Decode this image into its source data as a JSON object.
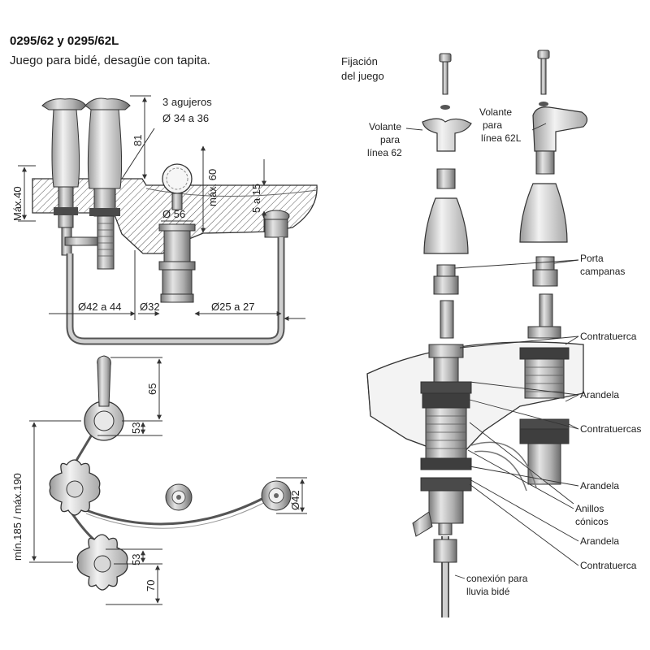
{
  "header": {
    "model_code": "0295/62 y 0295/62L",
    "description": "Juego para bidé, desagüe con tapita."
  },
  "left_section": {
    "dims": {
      "holes_line1": "3 agujeros",
      "holes_line2": "Ø 34 a 36",
      "d81": "81",
      "max40": "Máx.40",
      "max60": "máx. 60",
      "r5a15": "5 a 15",
      "d56": "Ø 56",
      "d42a44": "Ø42 a 44",
      "d32": "Ø32",
      "d25a27": "Ø25 a 27"
    }
  },
  "plan_view": {
    "dims": {
      "d65": "65",
      "d53_top": "53",
      "min_max": "mín.185 / máx.190",
      "d42": "Ø42",
      "d53_bot": "53",
      "d70": "70"
    }
  },
  "right_section": {
    "title_line1": "Fijación",
    "title_line2": "del juego",
    "volante62": [
      "Volante",
      "para",
      "línea 62"
    ],
    "volante62L": [
      "Volante",
      "para",
      "línea 62L"
    ],
    "porta": [
      "Porta",
      "campanas"
    ],
    "parts": {
      "contratuerca_1": "Contratuerca",
      "arandela_1": "Arandela",
      "contratuercas": "Contratuercas",
      "arandela_2": "Arandela",
      "anillos": [
        "Anillos",
        "cónicos"
      ],
      "arandela_3": "Arandela",
      "contratuerca_2": "Contratuerca"
    },
    "conexion": [
      "conexión para",
      "lluvia bidé"
    ]
  },
  "colors": {
    "line": "#333333",
    "metal_light": "#dcdcdc",
    "metal_mid": "#a8a8a8",
    "metal_dark": "#6a6a6a",
    "washer": "#4a4a4a"
  }
}
